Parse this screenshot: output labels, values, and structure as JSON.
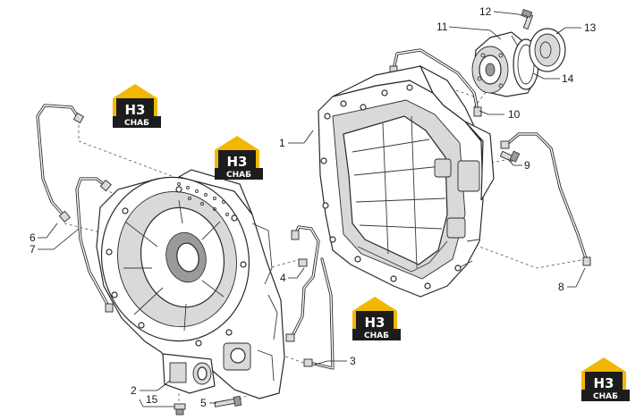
{
  "callouts": [
    {
      "id": "1",
      "label": "1"
    },
    {
      "id": "2",
      "label": "2"
    },
    {
      "id": "3",
      "label": "3"
    },
    {
      "id": "4",
      "label": "4"
    },
    {
      "id": "5",
      "label": "5"
    },
    {
      "id": "6",
      "label": "6"
    },
    {
      "id": "7",
      "label": "7"
    },
    {
      "id": "8",
      "label": "8"
    },
    {
      "id": "9",
      "label": "9"
    },
    {
      "id": "10",
      "label": "10"
    },
    {
      "id": "11",
      "label": "11"
    },
    {
      "id": "12",
      "label": "12"
    },
    {
      "id": "13",
      "label": "13"
    },
    {
      "id": "14",
      "label": "14"
    },
    {
      "id": "15",
      "label": "15"
    }
  ],
  "watermark": {
    "mark": "H3",
    "word": "СНАБ",
    "colors": {
      "accent": "#f2b705",
      "dark": "#1c1c1c",
      "text": "#ffffff"
    }
  }
}
